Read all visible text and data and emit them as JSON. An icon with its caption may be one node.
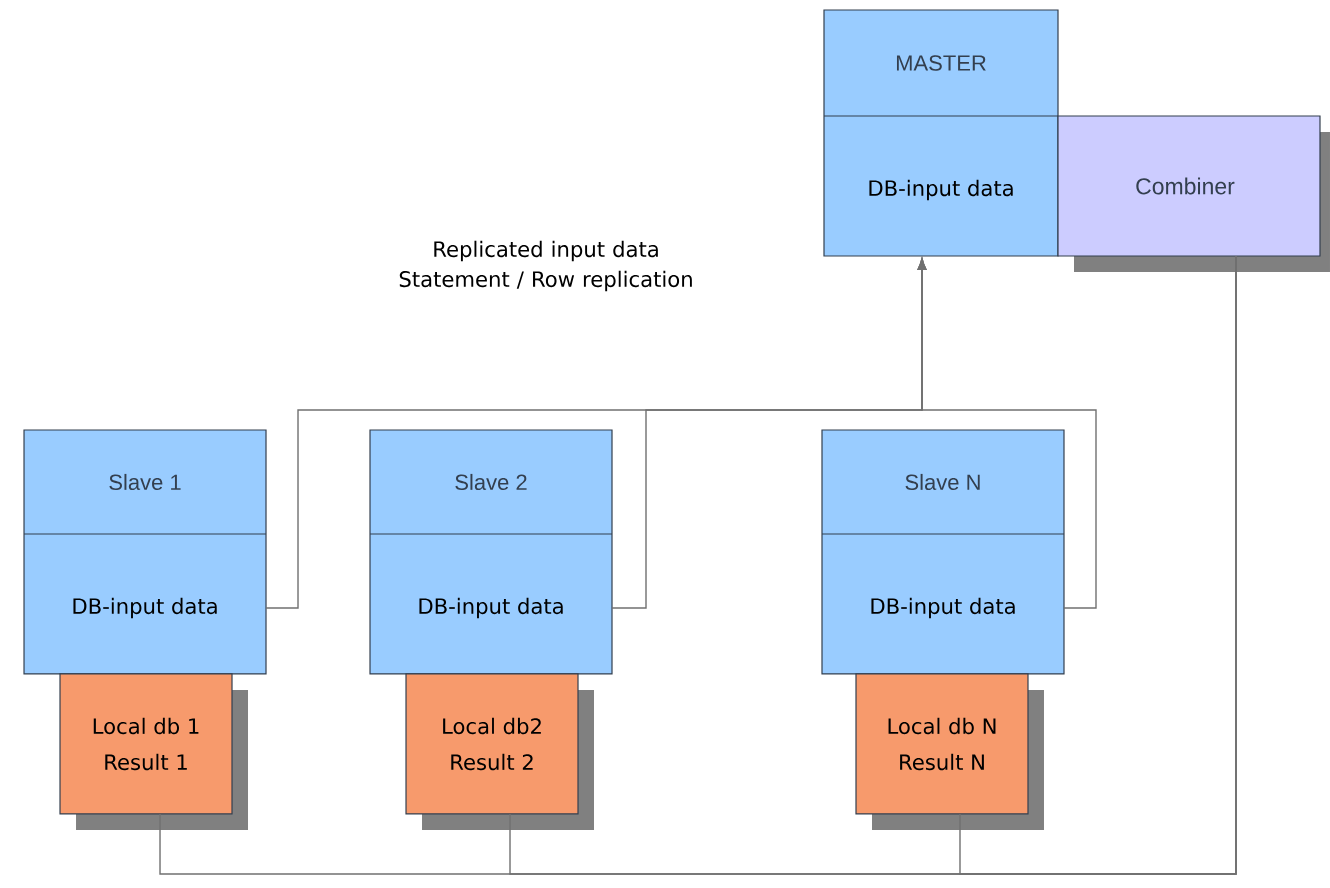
{
  "diagram": {
    "nodes": [
      {
        "text": [
          "MASTER",
          "DB-input data"
        ]
      },
      {
        "text": [
          "Combiner"
        ]
      },
      {
        "text": [
          "Slave 1",
          "DB-input data"
        ]
      },
      {
        "text": [
          "Local db 1",
          "Result 1"
        ]
      },
      {
        "text": [
          "Slave 2",
          "DB-input data"
        ]
      },
      {
        "text": [
          "Local db2",
          "Result 2"
        ]
      },
      {
        "text": [
          "Slave N",
          "DB-input data"
        ]
      },
      {
        "text": [
          "Local db N",
          "Result N"
        ]
      }
    ],
    "edges": [
      {
        "from": 2,
        "to": 0,
        "arrow": "to"
      },
      {
        "from": 4,
        "to": 0,
        "arrow": "to"
      },
      {
        "from": 6,
        "to": 0,
        "arrow": "to"
      },
      {
        "from": 3,
        "to": 1,
        "arrow": "none"
      },
      {
        "from": 5,
        "to": 1,
        "arrow": "none"
      },
      {
        "from": 7,
        "to": 1,
        "arrow": "none"
      }
    ],
    "labels": [
      "Replicated input data Statement / Row replication"
    ]
  }
}
